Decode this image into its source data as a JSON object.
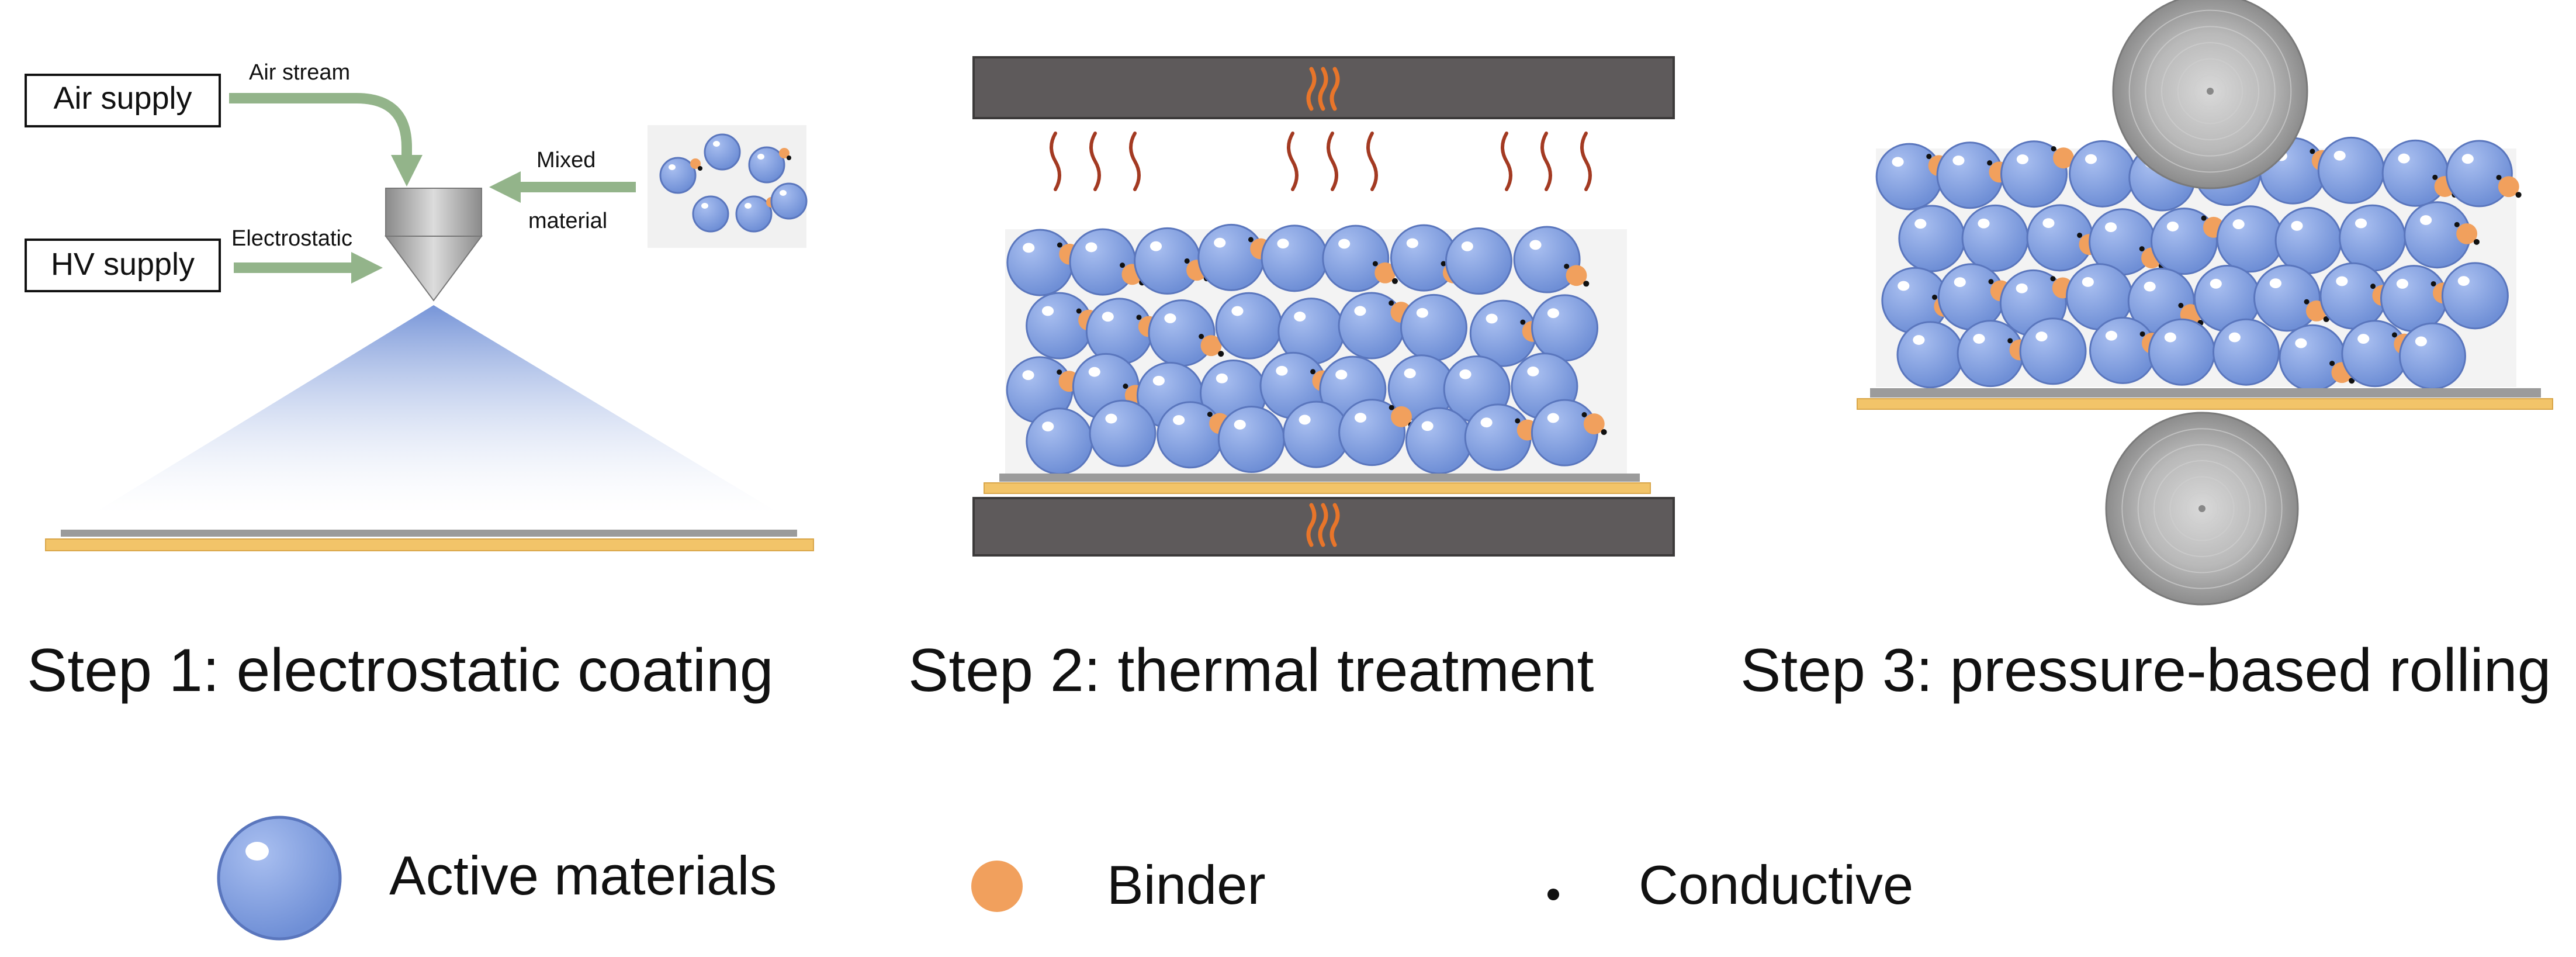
{
  "step1": {
    "air_supply": "Air supply",
    "hv_supply": "HV supply",
    "air_stream": "Air stream",
    "electrostatic": "Electrostatic",
    "mixed": "Mixed",
    "material": "material",
    "caption": "Step 1: electrostatic coating"
  },
  "step2": {
    "caption": "Step 2: thermal treatment"
  },
  "step3": {
    "caption": "Step 3: pressure-based rolling"
  },
  "legend": {
    "active": "Active materials",
    "binder": "Binder",
    "conductive": "Conductive"
  },
  "colors": {
    "active_fill": "#7f9bd9",
    "active_stroke": "#5a76bd",
    "binder": "#f1a05d",
    "conductive": "#111111",
    "plate": "#5e5a5b",
    "heat": "#a33a22",
    "flame": "#e8752a",
    "foil_gold": "#f2c469",
    "foil_grey": "#9b9b9b",
    "arrow": "#93b48a"
  }
}
